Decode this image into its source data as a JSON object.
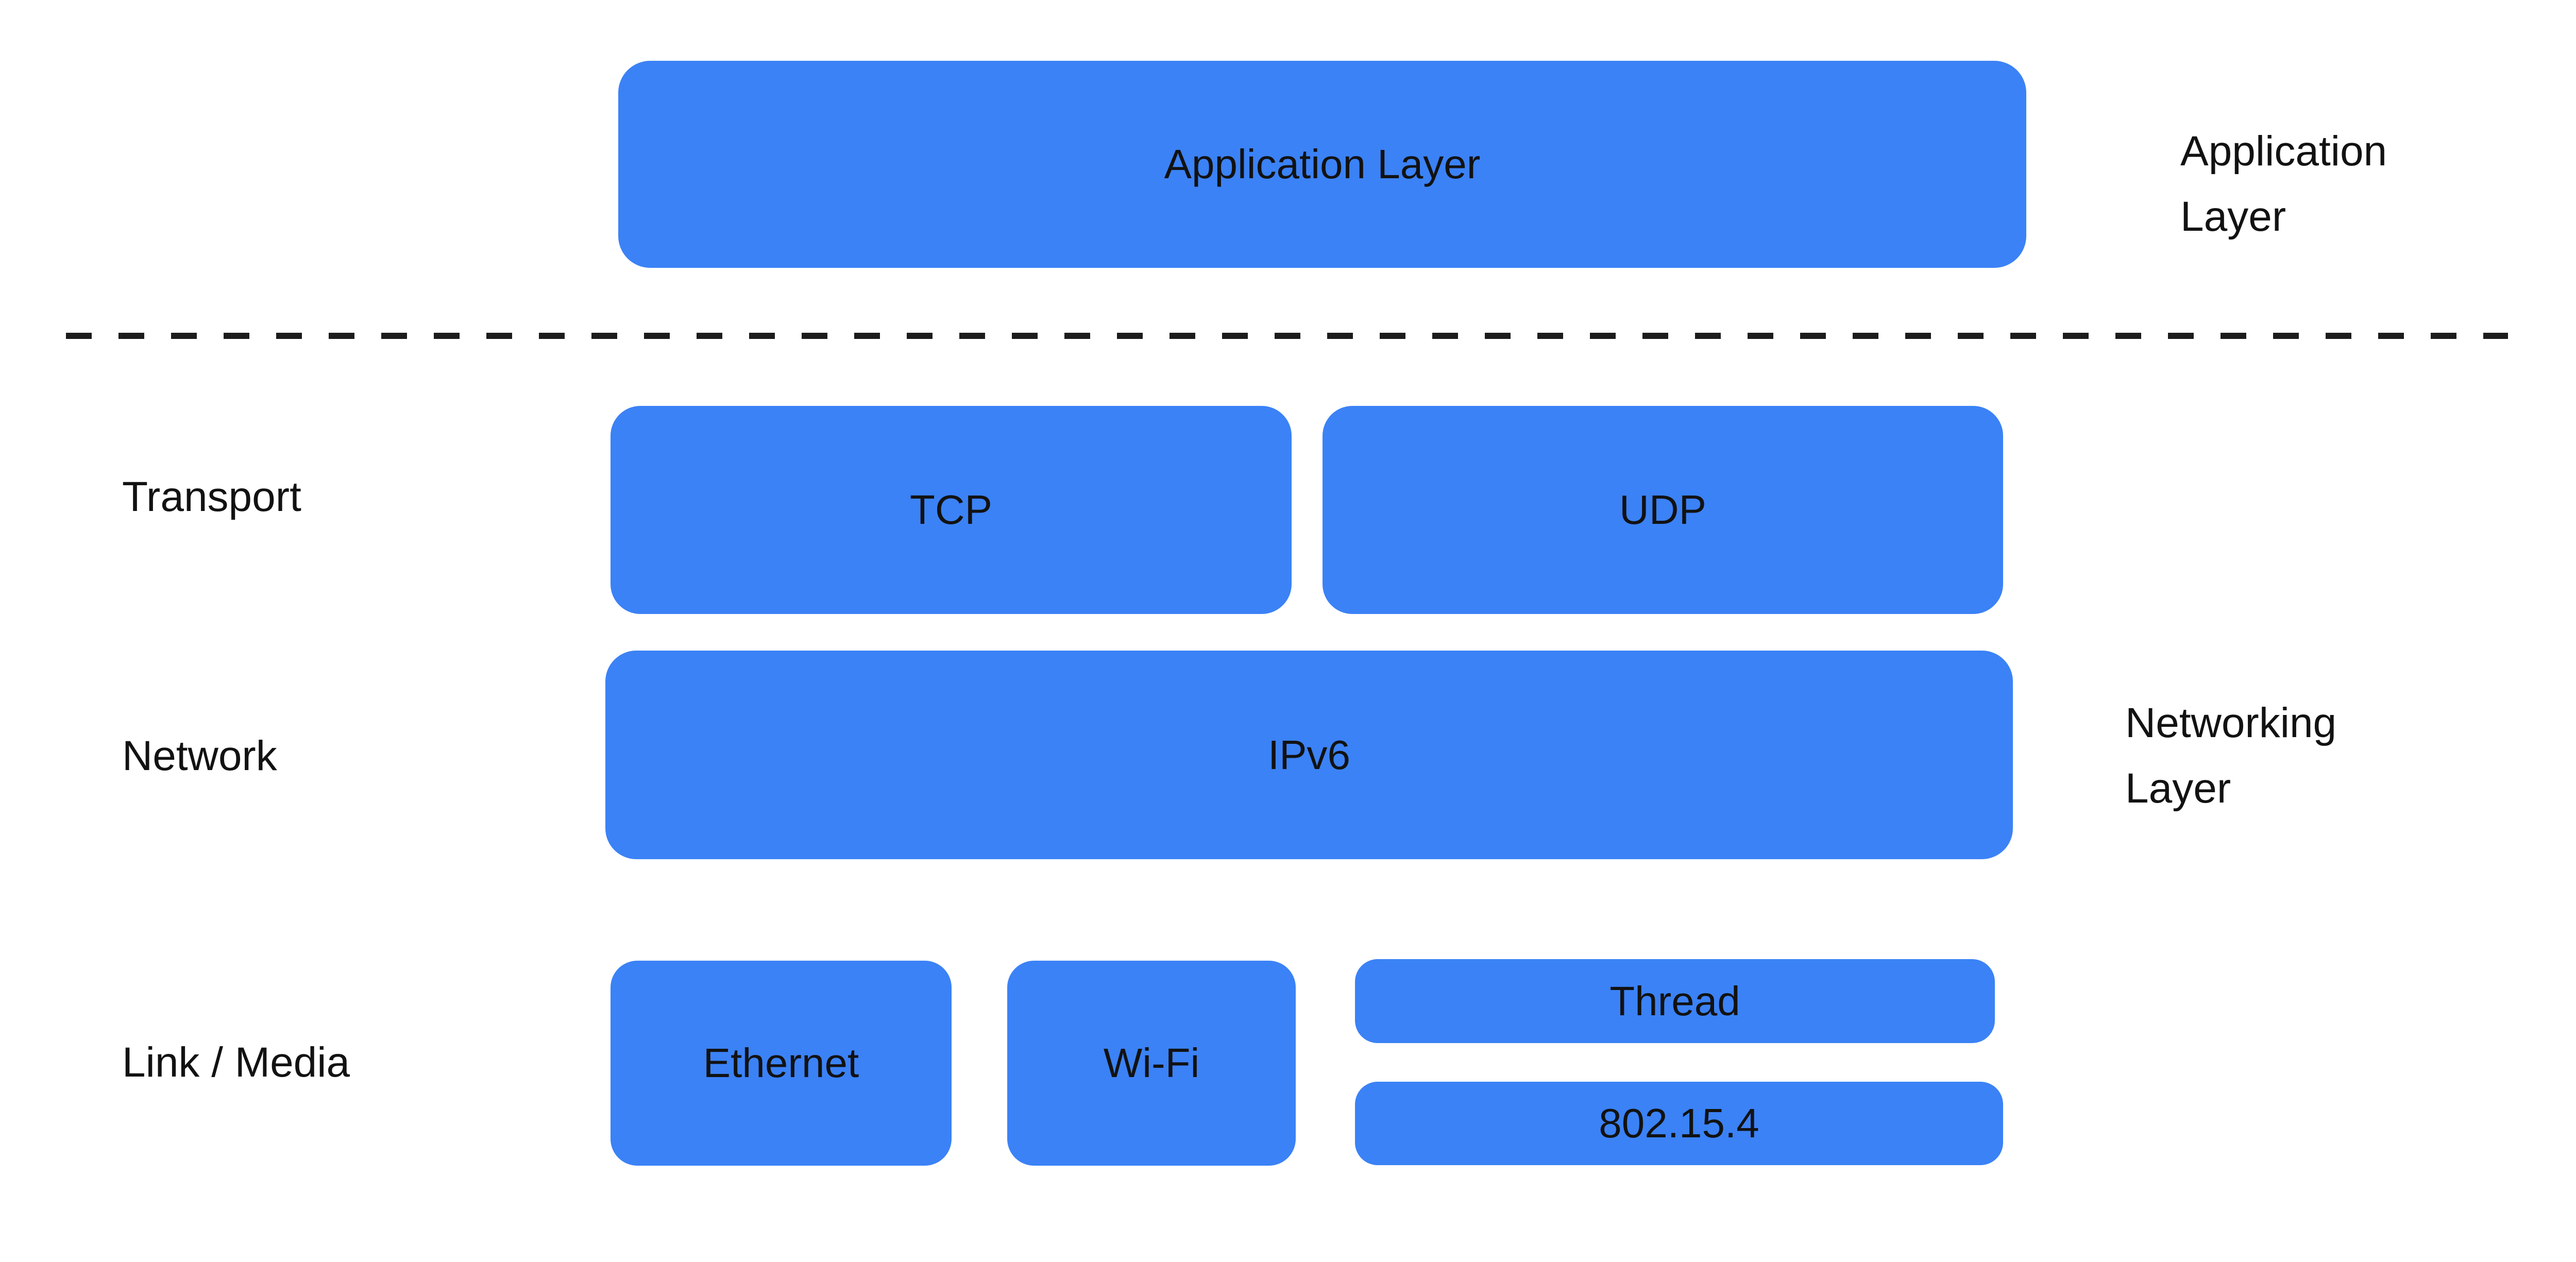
{
  "colors": {
    "background": "#ffffff",
    "box_blue": "#3b82f6",
    "text": "#121212",
    "divider": "#1c1c1c"
  },
  "boxes": {
    "application": {
      "label": "Application Layer"
    },
    "tcp": {
      "label": "TCP"
    },
    "udp": {
      "label": "UDP"
    },
    "ipv6": {
      "label": "IPv6"
    },
    "ethernet": {
      "label": "Ethernet"
    },
    "wifi": {
      "label": "Wi-Fi"
    },
    "thread": {
      "label": "Thread"
    },
    "ieee802154": {
      "label": "802.15.4"
    }
  },
  "row_labels": {
    "transport": "Transport",
    "network": "Network",
    "link_media": "Link / Media"
  },
  "side_labels": {
    "application": "Application\nLayer",
    "networking": "Networking\nLayer"
  }
}
